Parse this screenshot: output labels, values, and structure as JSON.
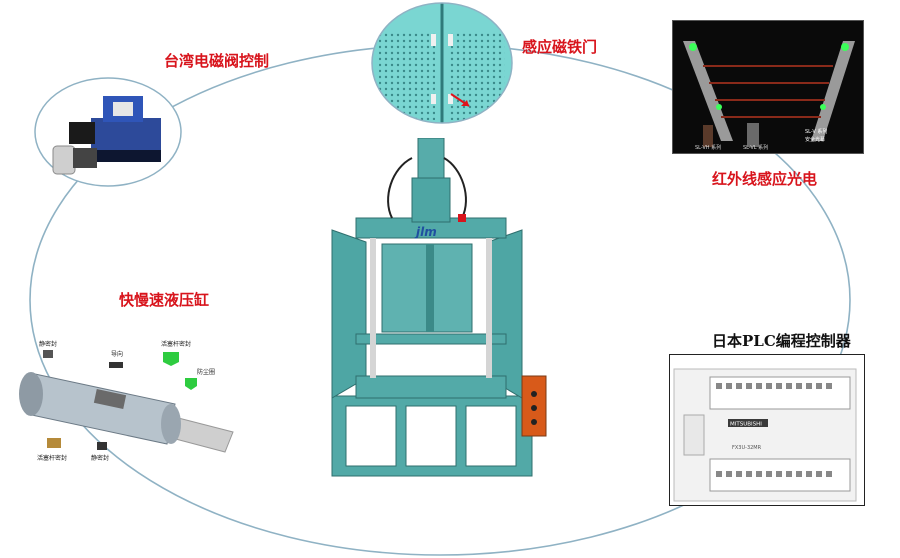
{
  "labels": {
    "valve": "台湾电磁阀控制",
    "door": "感应磁铁门",
    "infrared": "红外线感应光电",
    "cylinder": "快慢速液压缸",
    "plc": "日本PLC编程控制器"
  },
  "cylinder_parts": {
    "static_seal_1": "静密封",
    "guide": "导向",
    "piston_rod_seal_1": "活塞杆密封",
    "dust_ring": "防尘圈",
    "piston_rod_seal_2": "活塞杆密封",
    "static_seal_2": "静密封"
  },
  "infrared_panel": {
    "series_vh": "SL-VH 系列",
    "series_vl": "SL-VL 系列",
    "series_v": "SL-V 系列",
    "safety_light": "安全光幕"
  },
  "machine": {
    "logo": "jlm"
  },
  "plc": {
    "brand": "MITSUBISHI",
    "model": "FX3U-32MR"
  },
  "colors": {
    "accent_red": "#d8141c",
    "ring": "#8fb2c4",
    "machine_teal": "#4fa8a8",
    "cabinet_cyan": "#6fd4d0"
  }
}
